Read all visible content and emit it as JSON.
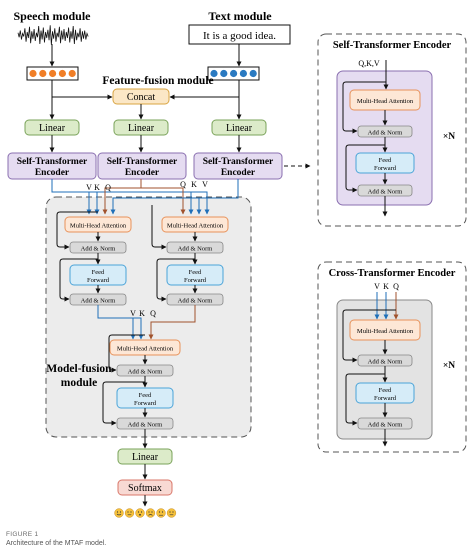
{
  "speech": {
    "title": "Speech module"
  },
  "text": {
    "title": "Text module",
    "input": "It is a good idea."
  },
  "fusion": {
    "title": "Feature-fusion module",
    "concat": "Concat"
  },
  "blocks": {
    "linear": "Linear",
    "ste_line1": "Self-Transformer",
    "ste_line2": "Encoder",
    "mha": "Multi-Head Attention",
    "addnorm": "Add & Norm",
    "ff_line1": "Feed",
    "ff_line2": "Forward",
    "softmax": "Softmax"
  },
  "model_fusion": {
    "line1": "Model-fusion",
    "line2": "module"
  },
  "qkv": {
    "v": "V",
    "k": "K",
    "q": "Q",
    "qkv": "Q,K,V"
  },
  "self_encoder": {
    "title": "Self-Transformer Encoder",
    "times": "×N"
  },
  "cross_encoder": {
    "title": "Cross-Transformer Encoder",
    "times": "×N"
  },
  "caption": {
    "figure": "FIGURE 1",
    "text": "Architecture of the MTAF model."
  },
  "output_emojis": [
    "happy-face",
    "neutral-face",
    "surprised-face",
    "sad-face",
    "angry-face",
    "calm-face"
  ],
  "colors": {
    "green_block": "#dcebc9",
    "green_border": "#7aa35a",
    "purple_block": "#e5dcf1",
    "purple_border": "#8a6fb0",
    "orange_block": "#fde7d6",
    "orange_border": "#e8925a",
    "gray_block": "#d9d9d9",
    "blue_block": "#d6ecf8",
    "blue_border": "#4aa3d8",
    "concat_block": "#fbe7c6",
    "red_block": "#f8d9d3",
    "speech_dots": "#f07e27",
    "text_dots": "#2a7ac1",
    "arrow_blue": "#1f6fb8",
    "arrow_brown": "#a0522d",
    "emoji_yellow": "#f5c13c"
  }
}
